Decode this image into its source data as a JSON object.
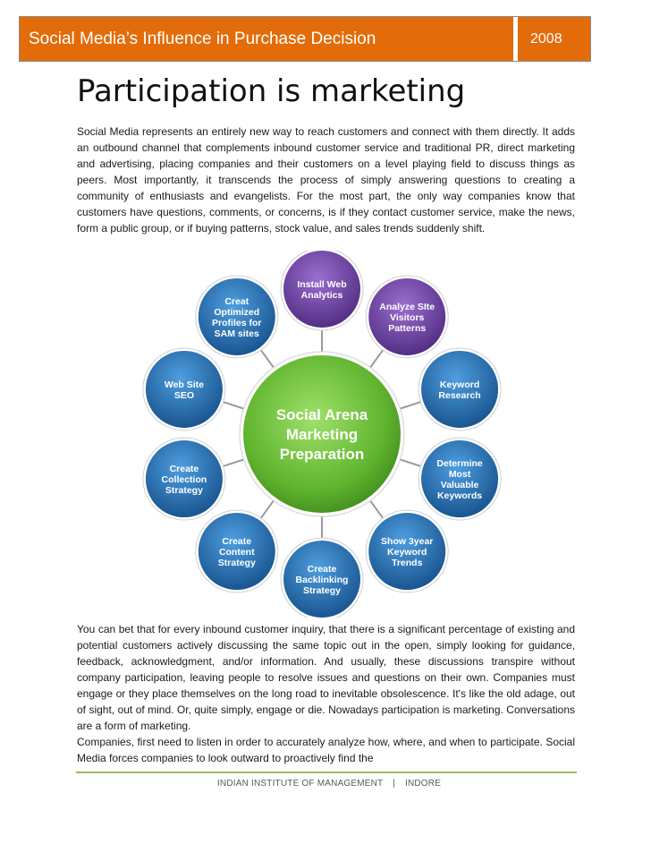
{
  "header": {
    "title": "Social Media’s Influence in Purchase Decision",
    "year": "2008"
  },
  "heading": "Participation is marketing",
  "paragraph1": "Social Media represents an entirely new way to reach customers and connect with them directly. It adds an outbound channel that complements inbound customer service and traditional PR, direct marketing and advertising, placing companies and their customers on a level playing field to discuss things as peers. Most importantly, it transcends the process of simply answering questions to creating a community of enthusiasts and evangelists. For the most part, the only way companies know that customers have questions, comments, or concerns, is if they contact customer service, make the news, form a public group, or if buying patterns, stock value, and sales trends suddenly shift.",
  "diagram": {
    "center": [
      "Social Arena",
      "Marketing",
      "Preparation"
    ],
    "colors": {
      "center": "#6cbf3a",
      "purple": "#6b3fa0",
      "blue": "#1f6fb5",
      "spoke": "#9a9a9a"
    },
    "nodes": [
      {
        "lines": [
          "Install Web",
          "Analytics"
        ],
        "color": "purple"
      },
      {
        "lines": [
          "Analyze SIte",
          "Visitors",
          "Patterns"
        ],
        "color": "purple"
      },
      {
        "lines": [
          "Keyword",
          "Research"
        ],
        "color": "blue"
      },
      {
        "lines": [
          "Determine",
          "Most",
          "Valuable",
          "Keywords"
        ],
        "color": "blue"
      },
      {
        "lines": [
          "Show 3year",
          "Keyword",
          "Trends"
        ],
        "color": "blue"
      },
      {
        "lines": [
          "Create",
          "Backlinking",
          "Strategy"
        ],
        "color": "blue"
      },
      {
        "lines": [
          "Create",
          "Content",
          "Strategy"
        ],
        "color": "blue"
      },
      {
        "lines": [
          "Create",
          "Collection",
          "Strategy"
        ],
        "color": "blue"
      },
      {
        "lines": [
          "Web Site",
          "SEO"
        ],
        "color": "blue"
      },
      {
        "lines": [
          "Creat",
          "Optimized",
          "Profiles for",
          "SAM sites"
        ],
        "color": "blue"
      }
    ]
  },
  "paragraph2": "You can bet that for every inbound customer inquiry, that there is a significant percentage of existing and potential customers actively discussing the same topic out in the open, simply looking for guidance, feedback, acknowledgment, and/or information. And usually, these discussions transpire without company participation, leaving people to resolve issues and questions on their own. Companies must engage or they place themselves on the long road to inevitable obsolescence. It's like the old adage, out of sight, out of mind. Or, quite simply, engage or die. Nowadays participation is marketing. Conversations are a form of marketing.",
  "paragraph3": "Companies, first need to listen in order to accurately analyze how, where, and when to participate. Social Media forces companies to look outward to proactively find the",
  "footer": {
    "institute": "INDIAN INSTITUTE OF MANAGEMENT",
    "separator": "|",
    "city": "INDORE"
  }
}
